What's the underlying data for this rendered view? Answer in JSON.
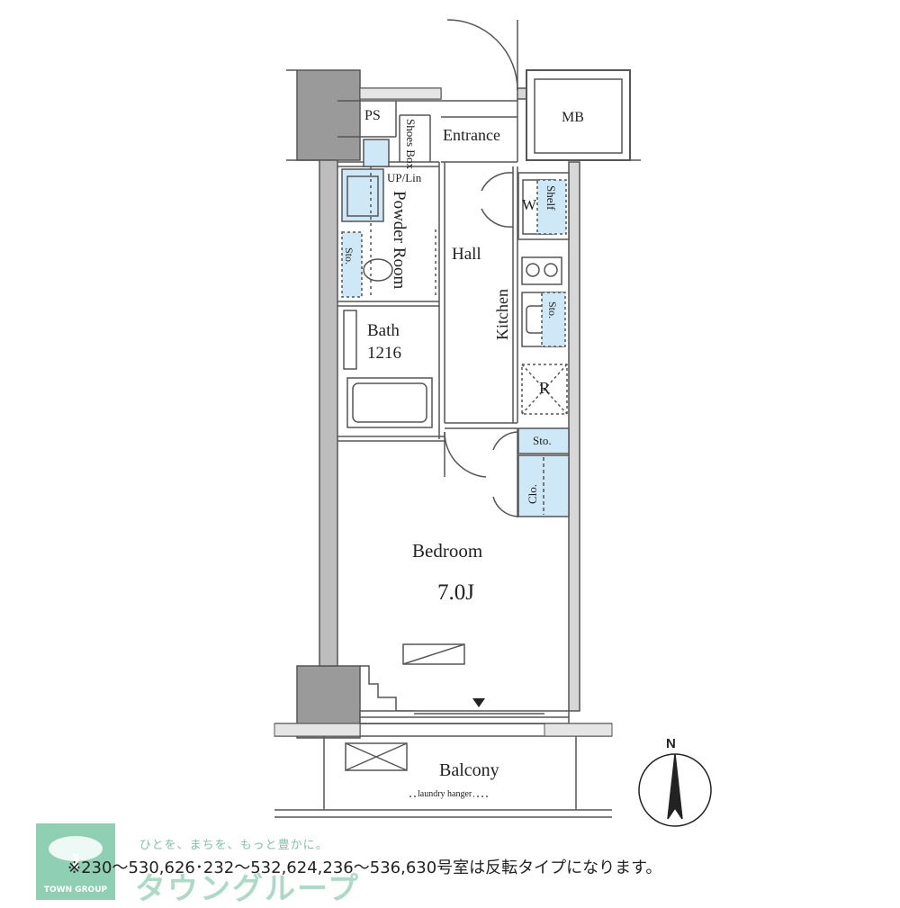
{
  "rooms": {
    "ps": "PS",
    "shoes_box": "Shoes Box",
    "entrance": "Entrance",
    "mb": "MB",
    "up_lin": "UP/Lin",
    "powder_room": "Powder Room",
    "hall": "Hall",
    "w": "W",
    "shelf": "Shelf",
    "kitchen": "Kitchen",
    "sto_powder": "Sto.",
    "sto_kitchen": "Sto.",
    "bath": "Bath",
    "bath_size": "1216",
    "r": "R",
    "sto_bedroom": "Sto.",
    "clo": "Clo.",
    "bedroom": "Bedroom",
    "bedroom_size": "7.0J",
    "balcony": "Balcony",
    "laundry_hanger": "laundry hanger"
  },
  "compass": {
    "label": "N"
  },
  "footer": {
    "note": "※230～530,626･232～532,624,236～536,630号室は反転タイプになります。",
    "slogan": "ひとを、まちを、もっと豊かに。",
    "watermark": "タウングループ",
    "logo_text": "TOWN GROUP"
  },
  "colors": {
    "wall": "#9a9a9a",
    "storage_fill": "#cfe8f7",
    "logo_green": "#8fd0b4"
  }
}
